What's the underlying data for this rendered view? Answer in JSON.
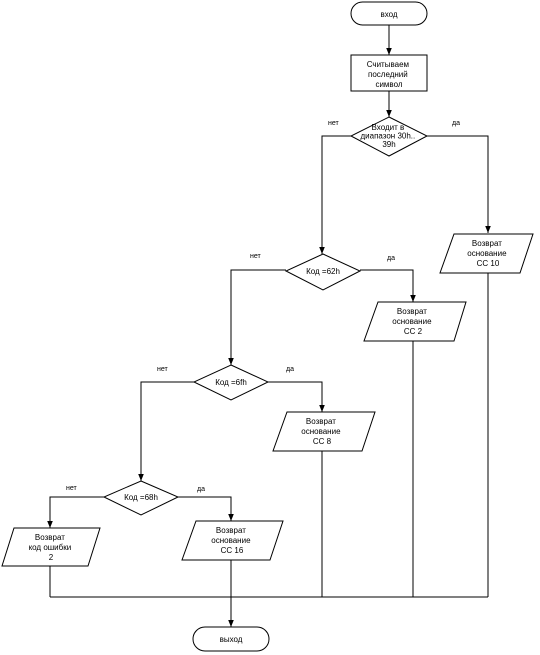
{
  "nodes": {
    "start": {
      "lines": [
        "вход"
      ]
    },
    "read": {
      "lines": [
        "Считываем",
        "последний",
        "символ"
      ]
    },
    "check_digit": {
      "lines": [
        "Входит в",
        "диапазон 30h..",
        "39h"
      ]
    },
    "ret10": {
      "lines": [
        "Возврат",
        "основание",
        "СС 10"
      ]
    },
    "check_62": {
      "lines": [
        "Код =62h"
      ]
    },
    "ret2": {
      "lines": [
        "Возврат",
        "основание",
        "СС 2"
      ]
    },
    "check_6f": {
      "lines": [
        "Код =6fh"
      ]
    },
    "ret8": {
      "lines": [
        "Возврат",
        "основание",
        "СС 8"
      ]
    },
    "check_68": {
      "lines": [
        "Код =68h"
      ]
    },
    "ret_err": {
      "lines": [
        "Возврат",
        "код ошибки",
        "2"
      ]
    },
    "ret16": {
      "lines": [
        "Возврат",
        "основание",
        "СС 16"
      ]
    },
    "end": {
      "lines": [
        "выход"
      ]
    }
  },
  "edge_labels": {
    "no": "нет",
    "yes": "да"
  }
}
